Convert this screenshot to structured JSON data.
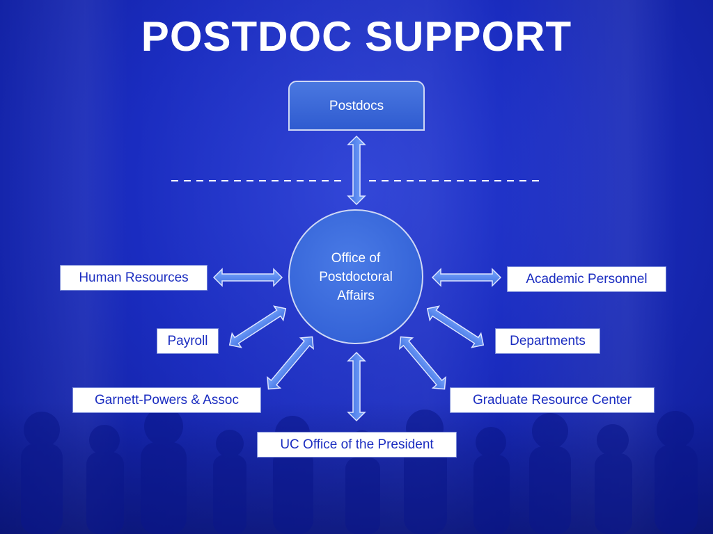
{
  "title": "POSTDOC SUPPORT",
  "top_node": "Postdocs",
  "center_node": {
    "line1": "Office of",
    "line2": "Postdoctoral",
    "line3": "Affairs"
  },
  "nodes": {
    "human_resources": "Human Resources",
    "academic_personnel": "Academic Personnel",
    "payroll": "Payroll",
    "departments": "Departments",
    "garnett_powers": "Garnett-Powers & Assoc",
    "graduate_resource_center": "Graduate Resource Center",
    "uc_office_president": "UC Office of the President"
  },
  "colors": {
    "background": "#1a2cc0",
    "node_text": "#1a2cc0",
    "arrow_fill": "#5b8ef0",
    "arrow_stroke": "#dfe6ff"
  }
}
